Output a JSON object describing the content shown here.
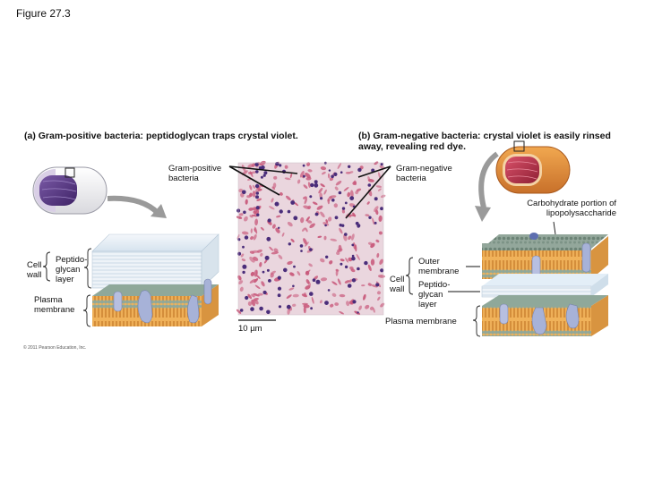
{
  "figure": {
    "title": "Figure 27.3"
  },
  "panel_a": {
    "title": "(a) Gram-positive bacteria: peptidoglycan traps crystal violet.",
    "gram_positive_label": "Gram-positive bacteria",
    "cell_wall": "Cell wall",
    "peptidoglycan": "Peptido-glycan layer",
    "plasma_membrane": "Plasma membrane"
  },
  "panel_b": {
    "title": "(b) Gram-negative bacteria: crystal violet is easily rinsed away, revealing red dye.",
    "gram_negative_label": "Gram-negative bacteria",
    "carbohydrate": "Carbohydrate portion of lipopolysaccharide",
    "outer_membrane": "Outer membrane",
    "cell_wall": "Cell wall",
    "peptidoglycan": "Peptido-glycan layer",
    "plasma_membrane": "Plasma membrane"
  },
  "micrograph": {
    "scale": "10 µm"
  },
  "copyright": "© 2011 Pearson Education, Inc.",
  "colors": {
    "crystal_violet": "#4a2d7a",
    "safranin_red": "#c8587a",
    "bacterium_outer": "#e08a3a",
    "bacterium_inner": "#b8324a",
    "membrane_orange": "#e3a24a",
    "protein_blue": "#a7b2d8",
    "arrow_gray": "#9a9a9a"
  },
  "icons": [
    "gram-positive-bacterium-icon",
    "gram-negative-bacterium-icon",
    "curved-arrow-icon"
  ]
}
